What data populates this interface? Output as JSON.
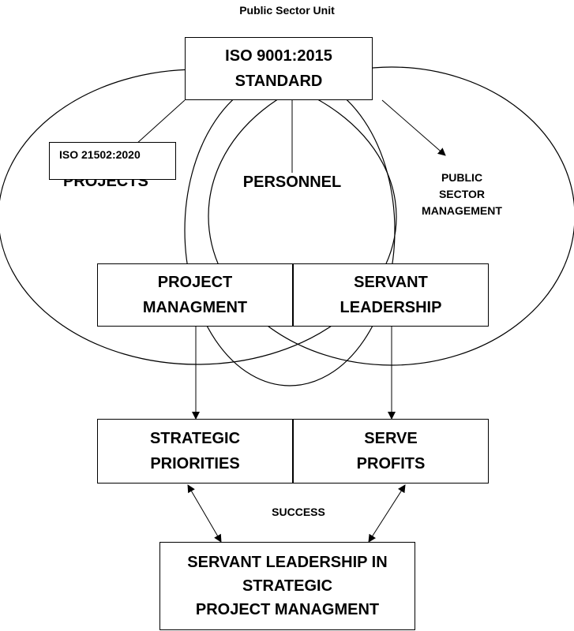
{
  "title": "Public Sector Unit",
  "nodes": {
    "iso9001": {
      "line1": "ISO 9001:2015",
      "line2": "STANDARD"
    },
    "iso21502": "ISO 21502:2020",
    "projects": "PROJECTS",
    "personnel": "PERSONNEL",
    "public_sector": {
      "line1": "PUBLIC",
      "line2": "SECTOR",
      "line3": "MANAGEMENT"
    },
    "project_mgmt": {
      "line1": "PROJECT",
      "line2": "MANAGMENT"
    },
    "servant_leadership": {
      "line1": "SERVANT",
      "line2": "LEADERSHIP"
    },
    "strategic_priorities": {
      "line1": "STRATEGIC",
      "line2": "PRIORITIES"
    },
    "serve_profits": {
      "line1": "SERVE",
      "line2": "PROFITS"
    },
    "success": "SUCCESS",
    "final": {
      "line1": "SERVANT LEADERSHIP IN",
      "line2": "STRATEGIC",
      "line3": "PROJECT MANAGMENT"
    }
  }
}
